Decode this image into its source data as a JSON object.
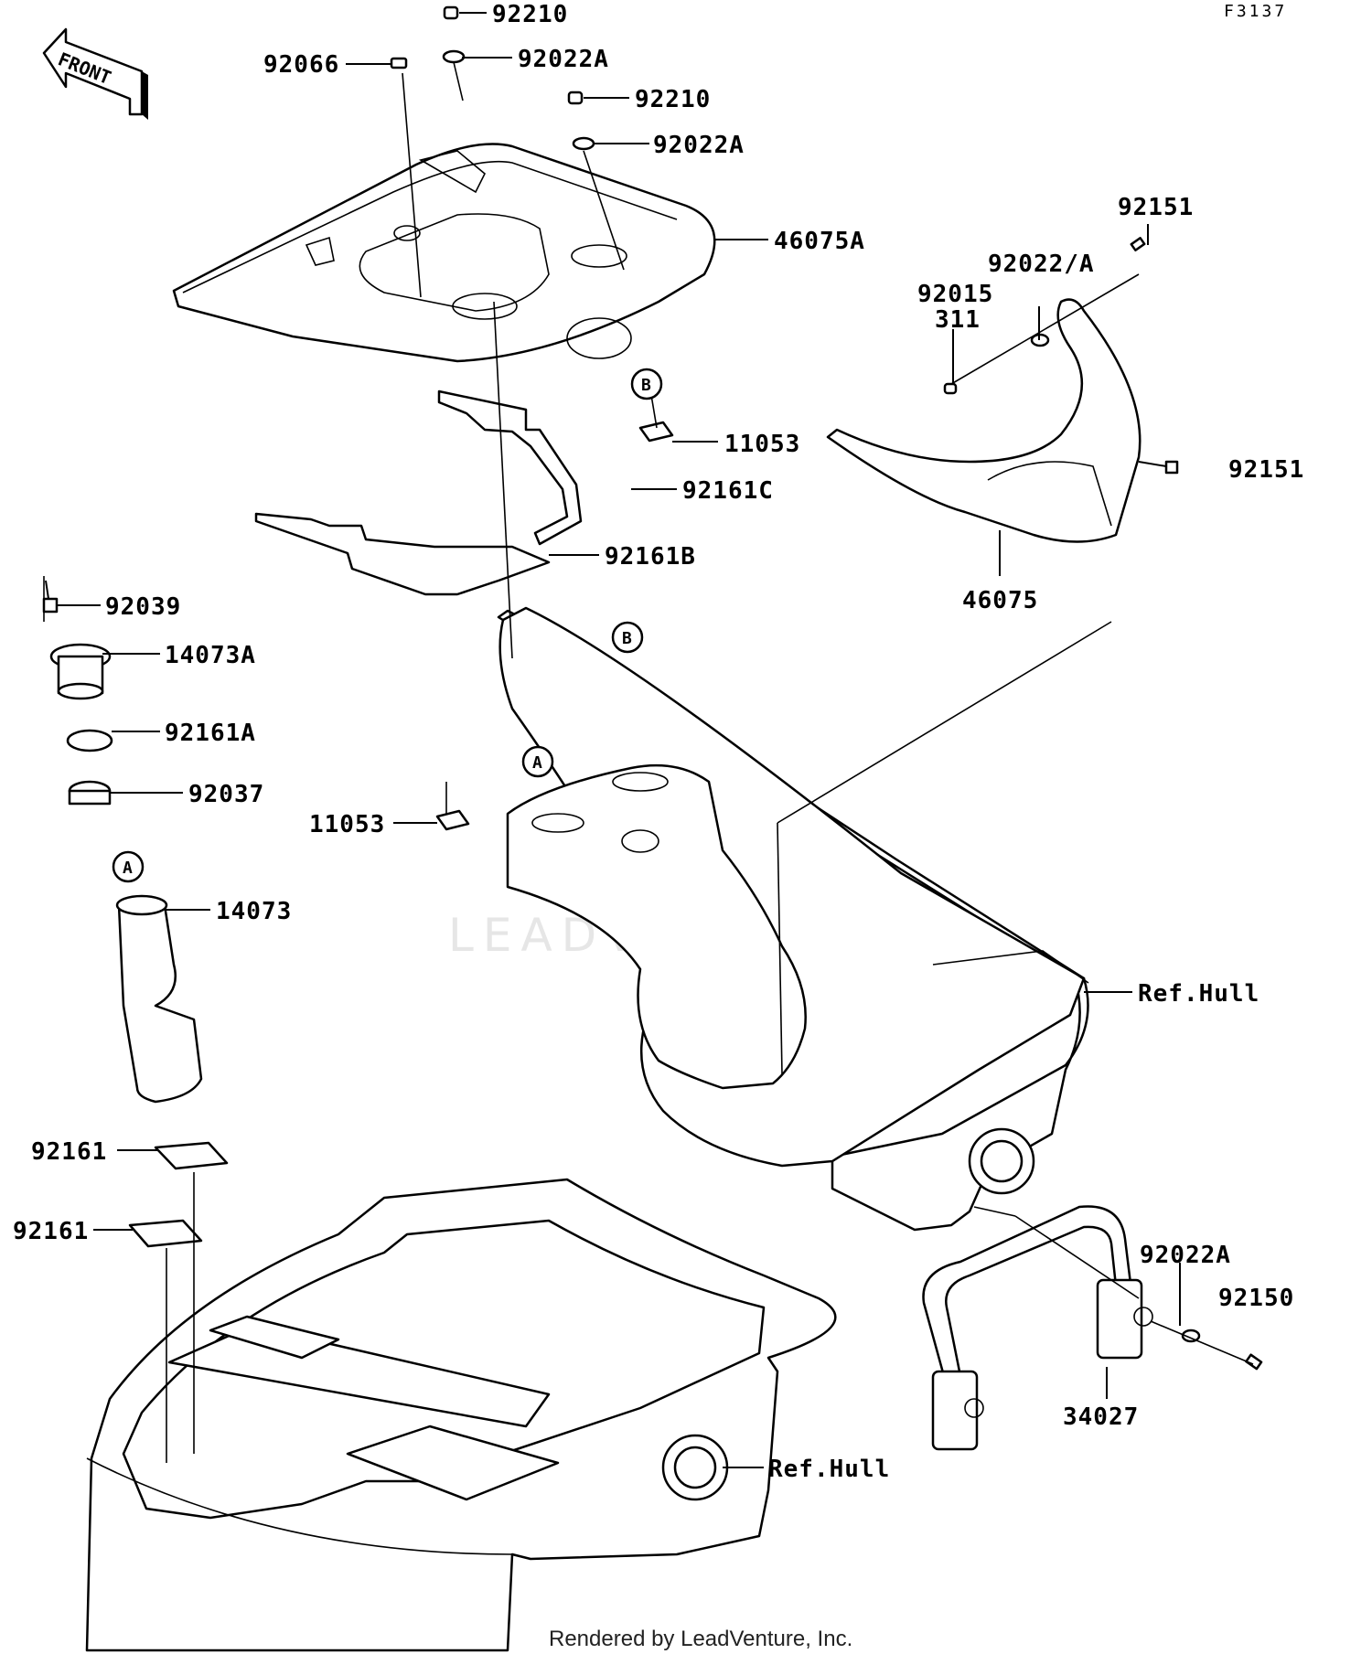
{
  "header": {
    "diagram_code": "F3137",
    "front_arrow_label": "FRONT"
  },
  "watermark": "LEADVENTURE",
  "footer": {
    "credit": "Rendered by LeadVenture, Inc."
  },
  "ref_markers": [
    "A",
    "B",
    "A",
    "B"
  ],
  "callouts": [
    "92210",
    "92022A",
    "92066",
    "92210",
    "92022A",
    "46075A",
    "11053",
    "92161C",
    "92161B",
    "92151",
    "92022/A",
    "92015",
    "311",
    "92151",
    "46075",
    "92039",
    "14073A",
    "92161A",
    "92037",
    "14073",
    "11053",
    "Ref.Hull",
    "92161",
    "92161",
    "92022A",
    "92150",
    "34027",
    "Ref.Hull"
  ],
  "colors": {
    "ink": "#000000",
    "paper": "#ffffff",
    "watermark": "#e6e6e6"
  }
}
